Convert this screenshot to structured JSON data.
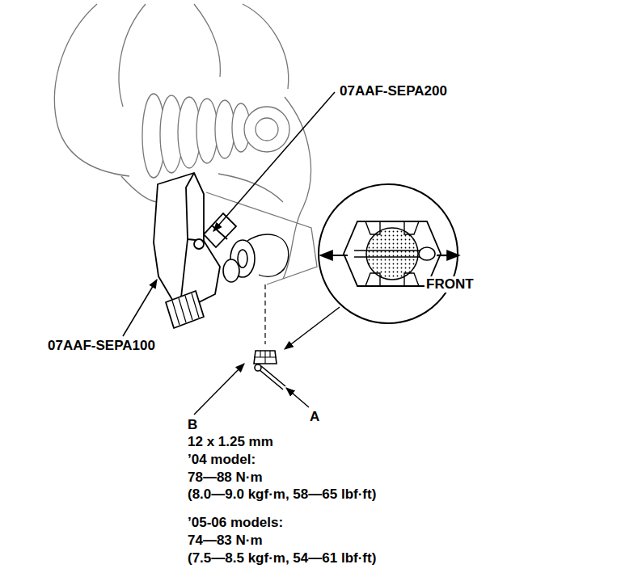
{
  "diagram": {
    "labels": [
      "07AAF-SEPA200",
      "FRONT",
      "07AAF-SEPA100",
      "B",
      "A",
      "12 x 1.25 mm",
      "’04 model:",
      "78—88 N·m",
      "(8.0—9.0 kgf·m, 58—65 lbf·ft)",
      "’05-06 models:",
      "74—83 N·m",
      "(7.5—8.5 kgf·m, 54—61 lbf·ft)"
    ]
  }
}
